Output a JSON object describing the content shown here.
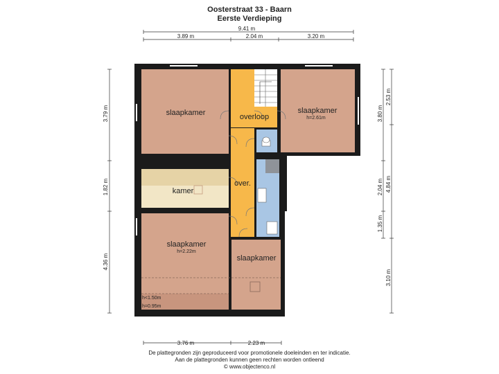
{
  "header": {
    "address": "Oosterstraat 33 - Baarn",
    "floor": "Eerste Verdieping"
  },
  "dimensions": {
    "top_total": "9.41 m",
    "top_left": "3.89 m",
    "top_mid": "2.04 m",
    "top_right": "3.20 m",
    "left_top": "3.79 m",
    "left_mid": "1.82 m",
    "left_bottom": "4.36 m",
    "right_a": "3.80 m",
    "right_b": "2.53 m",
    "right_c": "2.04 m",
    "right_d": "4.84 m",
    "right_e": "1.35 m",
    "right_f": "3.10 m",
    "bottom_left": "3.76 m",
    "bottom_right": "2.23 m"
  },
  "rooms": {
    "slaapkamer_tl": "slaapkamer",
    "overloop": "overloop",
    "slaapkamer_tr": "slaapkamer",
    "slaapkamer_tr_height": "h=2.61m",
    "kamer": "kamer",
    "over": "over.",
    "slaapkamer_bl": "slaapkamer",
    "slaapkamer_bl_height": "h=2.22m",
    "slaapkamer_br": "slaapkamer",
    "height_150": "h<1.50m",
    "height_095": "h=0.95m"
  },
  "footer": {
    "line1": "De plattegronden zijn geproduceerd voor promotionele doeleinden en ter indicatie.",
    "line2": "Aan de plattegronden kunnen geen rechten worden ontleend",
    "line3": "© www.objectenco.nl"
  },
  "colors": {
    "bedroom": "#d4a48c",
    "hallway": "#f7b84a",
    "bathroom": "#a9c6e4",
    "kamer_dark": "#e6d3a6",
    "kamer_light": "#f2e6c6",
    "wall": "#1b1b1b",
    "low_zone": "#c8957e"
  }
}
